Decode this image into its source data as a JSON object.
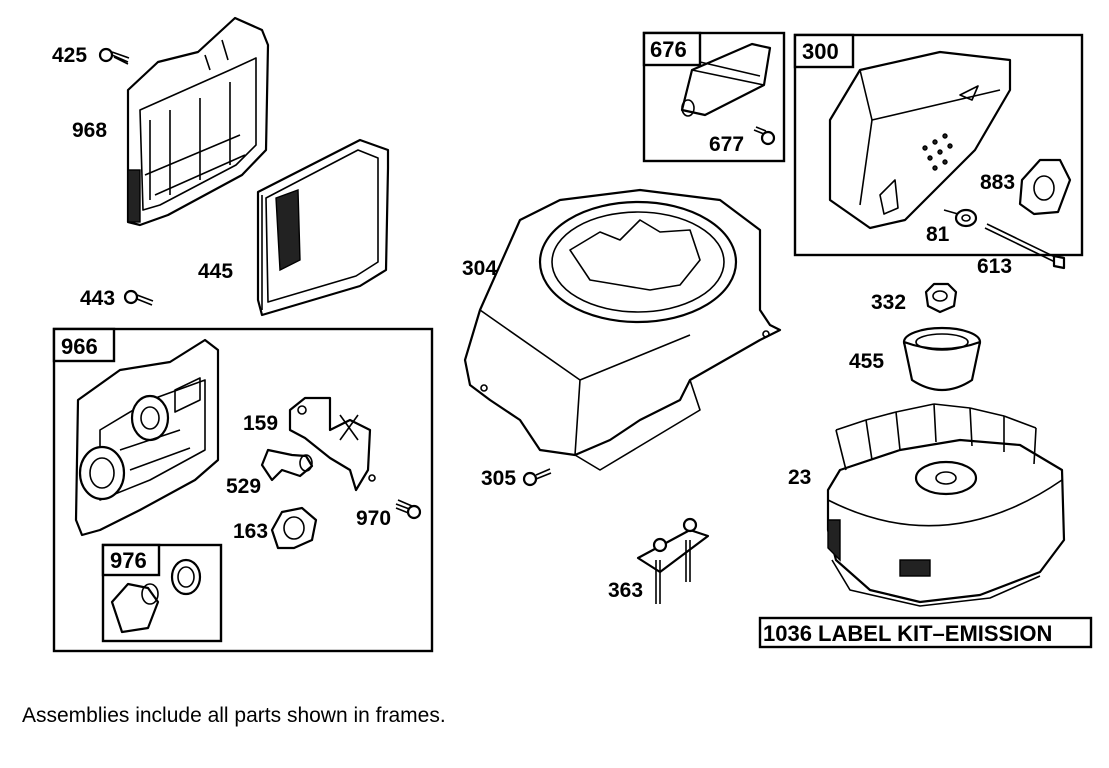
{
  "labels": {
    "p425": "425",
    "p968": "968",
    "p445": "445",
    "p443": "443",
    "p966": "966",
    "p159": "159",
    "p529": "529",
    "p163": "163",
    "p970": "970",
    "p976": "976",
    "p676": "676",
    "p677": "677",
    "p300": "300",
    "p883": "883",
    "p81": "81",
    "p613": "613",
    "p304": "304",
    "p305": "305",
    "p363": "363",
    "p332": "332",
    "p455": "455",
    "p23": "23"
  },
  "kit_label": "1036 LABEL KIT–EMISSION",
  "footnote": "Assemblies include all parts shown in frames."
}
